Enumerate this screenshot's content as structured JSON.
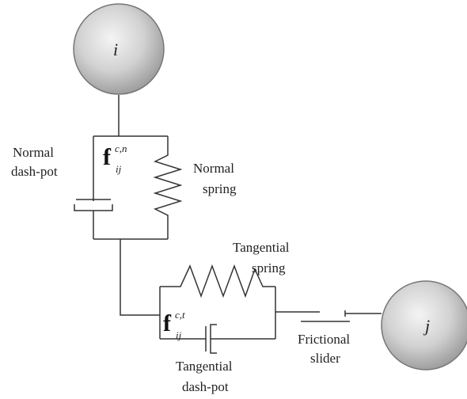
{
  "particles": {
    "i": {
      "label": "i"
    },
    "j": {
      "label": "j"
    }
  },
  "normal": {
    "dashpot_label": [
      "Normal",
      "dash-pot"
    ],
    "spring_label": [
      "Normal",
      "spring"
    ],
    "force": {
      "symbol": "f",
      "sub": "ij",
      "sup": "c,n"
    }
  },
  "tangential": {
    "spring_label": [
      "Tangential",
      "spring"
    ],
    "dashpot_label": [
      "Tangential",
      "dash-pot"
    ],
    "slider_label": [
      "Frictional",
      "slider"
    ],
    "force": {
      "symbol": "f",
      "sub": "ij",
      "sup": "c,t"
    }
  },
  "colors": {
    "sphere_light": "#f4f4f4",
    "sphere_mid": "#c8c8c8",
    "sphere_dark": "#8a8a8a",
    "line": "#333333"
  }
}
